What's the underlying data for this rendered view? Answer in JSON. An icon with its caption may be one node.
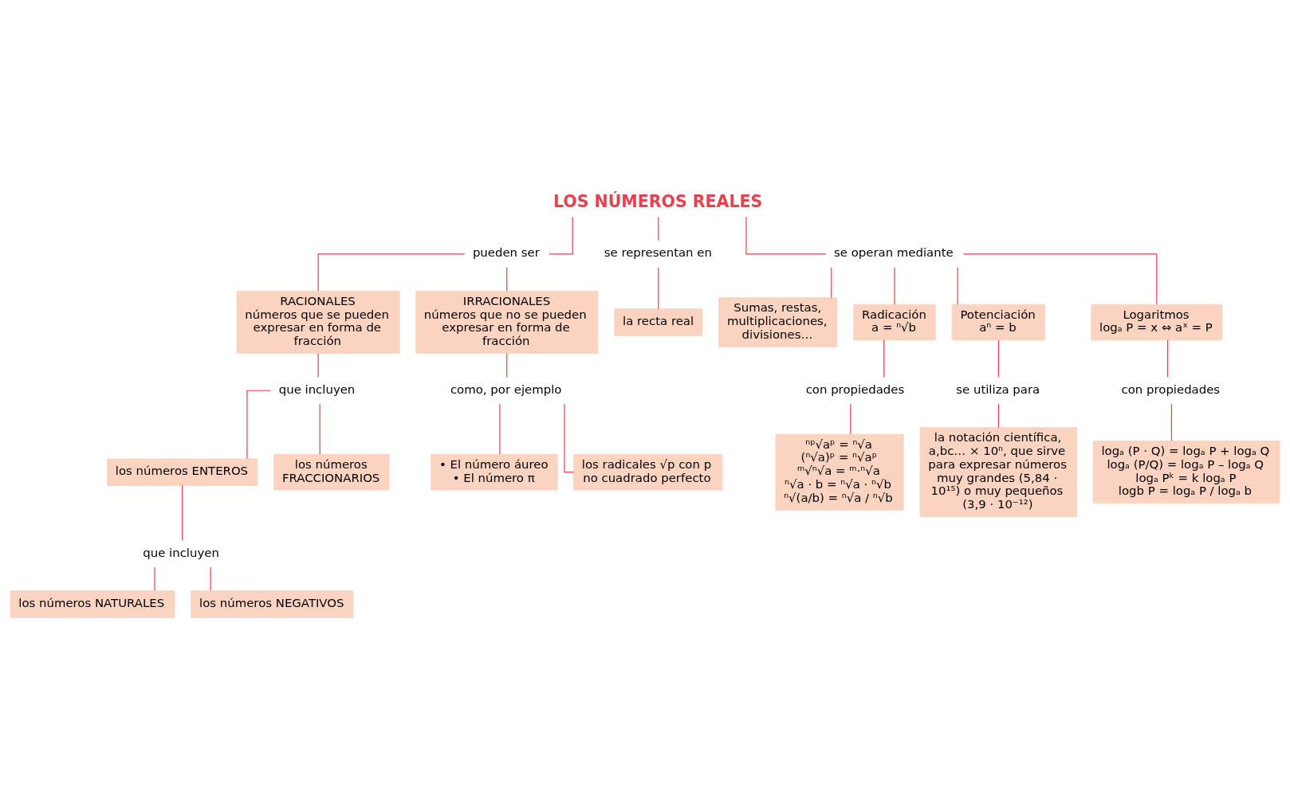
{
  "diagram": {
    "nodes": [
      {
        "text": [
          "LOS NÚMEROS REALES"
        ]
      },
      {
        "text": [
          "pueden ser"
        ]
      },
      {
        "text": [
          "se representan en"
        ]
      },
      {
        "text": [
          "se operan mediante"
        ]
      },
      {
        "text": [
          "RACIONALES",
          "números que se pueden expresar en forma de fracción"
        ]
      },
      {
        "text": [
          "que incluyen"
        ]
      },
      {
        "text": [
          "los números ENTEROS"
        ]
      },
      {
        "text": [
          "los números FRACCIONARIOS"
        ]
      },
      {
        "text": [
          "que incluyen"
        ]
      },
      {
        "text": [
          "los números NATURALES"
        ]
      },
      {
        "text": [
          "los números NEGATIVOS"
        ]
      },
      {
        "text": [
          "IRRACIONALES",
          "números que no se pueden expresar en forma de fracción"
        ]
      },
      {
        "text": [
          "como, por ejemplo"
        ]
      },
      {
        "text": [
          "• El número áureo",
          "• El número π"
        ]
      },
      {
        "text": [
          "los radicales √p con p no cuadrado perfecto"
        ]
      },
      {
        "text": [
          "la recta real"
        ]
      },
      {
        "text": [
          "Sumas, restas, multiplicaciones, divisiones…"
        ]
      },
      {
        "text": [
          "Radicación",
          "a = ⁿ√b"
        ]
      },
      {
        "text": [
          "Potenciación",
          "aⁿ = b"
        ]
      },
      {
        "text": [
          "Logaritmos",
          "logₐ P = x ⇔ aˣ = P"
        ]
      },
      {
        "text": [
          "con propiedades"
        ]
      },
      {
        "text": [
          "se utiliza para"
        ]
      },
      {
        "text": [
          "con propiedades"
        ]
      },
      {
        "text": [
          "ⁿᵖ√aᵖ = ⁿ√a",
          "(ⁿ√a)ᵖ = ⁿ√aᵖ",
          "ᵐ√ⁿ√a = ᵐ·ⁿ√a",
          "ⁿ√a · b = ⁿ√a · ⁿ√b",
          "ⁿ√(a/b) = ⁿ√a / ⁿ√b"
        ]
      },
      {
        "text": [
          "la notación científica, a,bc… × 10ⁿ, que sirve para expresar números muy grandes (5,84 · 10¹⁵) o muy pequeños (3,9 · 10⁻¹²)"
        ]
      },
      {
        "text": [
          "logₐ (P · Q) = logₐ P + logₐ Q",
          "logₐ (P/Q) = logₐ P – logₐ Q",
          "logₐ Pᵏ = k logₐ P",
          "logb P = logₐ P / logₐ b"
        ]
      }
    ],
    "edges": [
      {
        "from": 0,
        "to": 1,
        "arrow": "none"
      },
      {
        "from": 0,
        "to": 2,
        "arrow": "none"
      },
      {
        "from": 0,
        "to": 3,
        "arrow": "none"
      },
      {
        "from": 1,
        "to": 4,
        "arrow": "none"
      },
      {
        "from": 1,
        "to": 11,
        "arrow": "none"
      },
      {
        "from": 4,
        "to": 5,
        "arrow": "none"
      },
      {
        "from": 5,
        "to": 6,
        "arrow": "none"
      },
      {
        "from": 5,
        "to": 7,
        "arrow": "none"
      },
      {
        "from": 6,
        "to": 8,
        "arrow": "none"
      },
      {
        "from": 8,
        "to": 9,
        "arrow": "none"
      },
      {
        "from": 8,
        "to": 10,
        "arrow": "none"
      },
      {
        "from": 11,
        "to": 12,
        "arrow": "none"
      },
      {
        "from": 12,
        "to": 13,
        "arrow": "none"
      },
      {
        "from": 12,
        "to": 14,
        "arrow": "none"
      },
      {
        "from": 2,
        "to": 15,
        "arrow": "none"
      },
      {
        "from": 3,
        "to": 17,
        "arrow": "none"
      },
      {
        "from": 3,
        "to": 18,
        "arrow": "none"
      },
      {
        "from": 3,
        "to": 16,
        "arrow": "none"
      },
      {
        "from": 3,
        "to": 19,
        "arrow": "none"
      },
      {
        "from": 17,
        "to": 20,
        "arrow": "none"
      },
      {
        "from": 20,
        "to": 23,
        "arrow": "none"
      },
      {
        "from": 18,
        "to": 21,
        "arrow": "none"
      },
      {
        "from": 21,
        "to": 24,
        "arrow": "none"
      },
      {
        "from": 19,
        "to": 22,
        "arrow": "none"
      },
      {
        "from": 22,
        "to": 25,
        "arrow": "none"
      }
    ]
  }
}
